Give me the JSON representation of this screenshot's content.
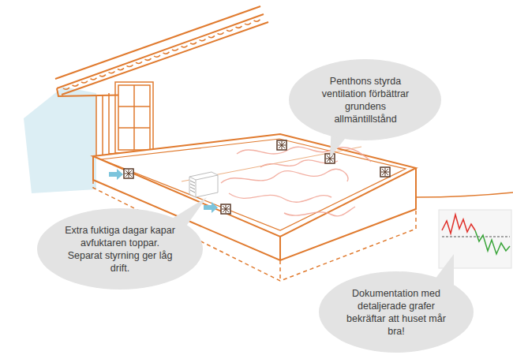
{
  "diagram": {
    "nodes": [
      {
        "text": [
          "Penthons styrda ventilation förbättrar grundens allmäntillstånd"
        ]
      },
      {
        "text": [
          "Extra fuktiga dagar kapar avfuktaren toppar. Separat styrning ger låg drift."
        ]
      },
      {
        "text": [
          "Dokumentation med detaljerade grafer bekräftar att huset mår bra!"
        ]
      }
    ]
  }
}
